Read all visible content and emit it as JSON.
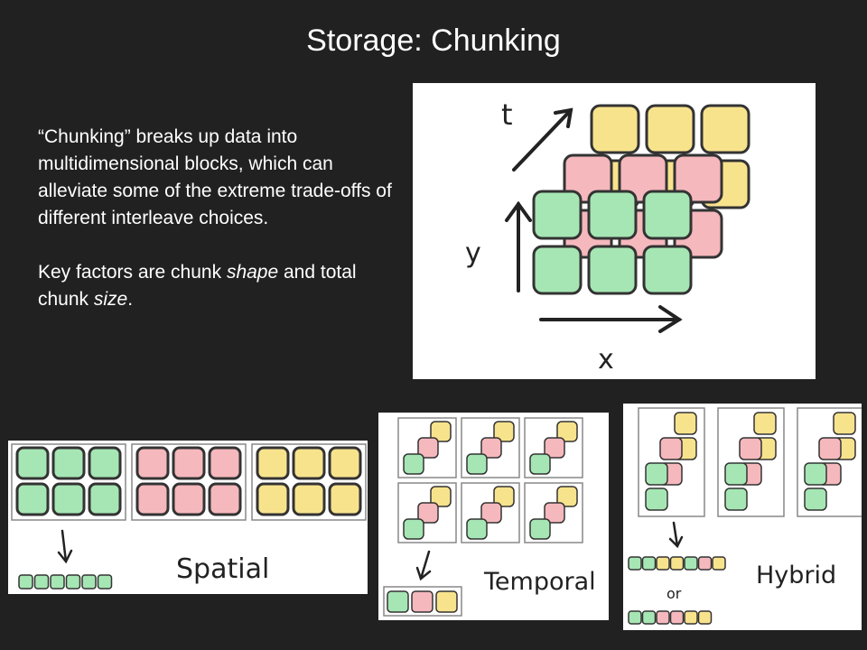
{
  "slide": {
    "title": "Storage: Chunking",
    "paragraph1": "“Chunking” breaks up data into multidimensional blocks, which can alleviate some of the extreme trade-offs of different interleave choices.",
    "p2_prefix": "Key factors are chunk ",
    "p2_shape": "shape",
    "p2_mid": " and total chunk ",
    "p2_size": "size",
    "p2_suffix": "."
  },
  "diagram": {
    "axis_t": "t",
    "axis_y": "y",
    "axis_x": "x",
    "label_spatial": "Spatial",
    "label_temporal": "Temporal",
    "label_hybrid": "Hybrid",
    "label_or": "or"
  },
  "colors": {
    "green": "#a6e6b4",
    "pink": "#f5b8bd",
    "yellow": "#f8e38d",
    "stroke": "#333333",
    "frame": "#888888"
  }
}
